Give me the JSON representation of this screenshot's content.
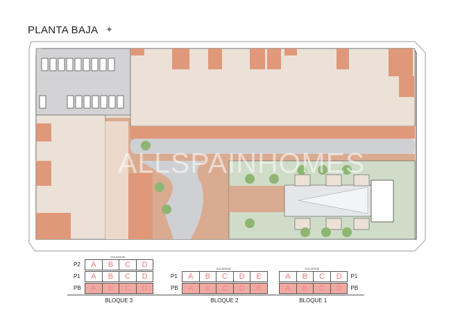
{
  "title": "PLANTA BAJA",
  "compass_icon": "compass-star-icon",
  "watermark": "ALLSPAINHOMES",
  "colors": {
    "terrace": "#e0987a",
    "paving": "#d9ab90",
    "garden": "#cfdcc8",
    "gravel": "#cfd0d3",
    "unit": "#ece1d6",
    "pool": "#e4e6e8",
    "highlight": "#f0a9a2"
  },
  "legend": {
    "solarium": "SOLARIUM",
    "bloque3": {
      "label": "BLOQUE 3",
      "rows": [
        {
          "floor": "P2",
          "units": [
            "A",
            "B",
            "C",
            "D"
          ]
        },
        {
          "floor": "P1",
          "units": [
            "A",
            "B",
            "C",
            "D"
          ]
        },
        {
          "floor": "PB",
          "units": [
            "A",
            "B",
            "C",
            "D"
          ]
        }
      ]
    },
    "bloque2": {
      "label": "BLOQUE 2",
      "rows": [
        {
          "floor": "P1",
          "units": [
            "A",
            "B",
            "C",
            "D",
            "E"
          ]
        },
        {
          "floor": "PB",
          "units": [
            "A",
            "B",
            "C",
            "D",
            "E"
          ]
        }
      ]
    },
    "bloque1": {
      "label": "BLOQUE 1",
      "rows": [
        {
          "floor": "P1",
          "units": [
            "A",
            "B",
            "C",
            "D"
          ]
        },
        {
          "floor": "PB",
          "units": [
            "A",
            "B",
            "C",
            "D"
          ]
        }
      ]
    }
  }
}
